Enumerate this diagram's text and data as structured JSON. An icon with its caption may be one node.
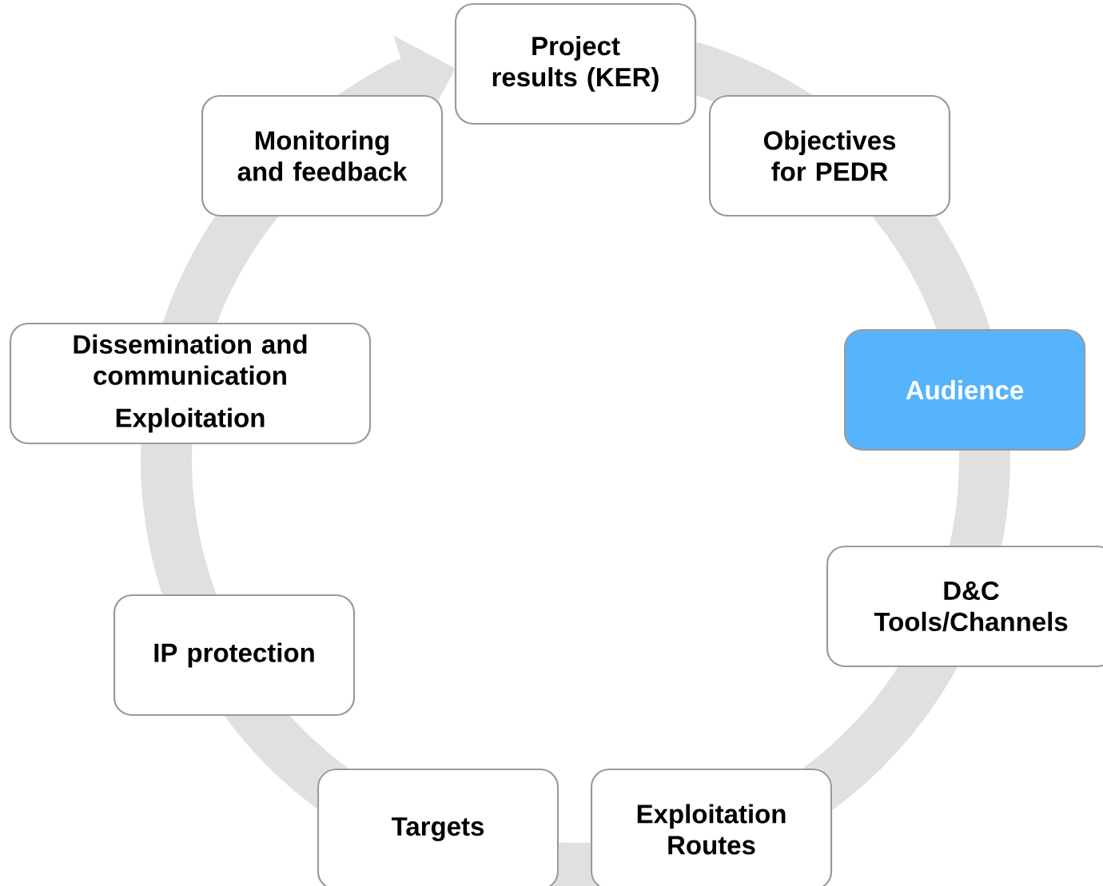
{
  "diagram": {
    "nodes": [
      {
        "text": [
          "Project results (KER)"
        ]
      },
      {
        "text": [
          "Objectives for PEDR"
        ]
      },
      {
        "text": [
          "Audience"
        ]
      },
      {
        "text": [
          "D&C Tools/Channels"
        ]
      },
      {
        "text": [
          "Exploitation Routes"
        ]
      },
      {
        "text": [
          "Targets"
        ]
      },
      {
        "text": [
          "IP protection"
        ]
      },
      {
        "text": [
          "Dissemination and communication",
          "Exploitation"
        ]
      },
      {
        "text": [
          "Monitoring and feedback"
        ]
      }
    ],
    "edges": [
      {
        "from": 0,
        "to": 1,
        "arrow": "none"
      },
      {
        "from": 1,
        "to": 2,
        "arrow": "none"
      },
      {
        "from": 2,
        "to": 3,
        "arrow": "none"
      },
      {
        "from": 3,
        "to": 4,
        "arrow": "none"
      },
      {
        "from": 4,
        "to": 5,
        "arrow": "none"
      },
      {
        "from": 5,
        "to": 6,
        "arrow": "none"
      },
      {
        "from": 6,
        "to": 7,
        "arrow": "none"
      },
      {
        "from": 7,
        "to": 8,
        "arrow": "none"
      },
      {
        "from": 8,
        "to": 0,
        "arrow": "to"
      }
    ]
  }
}
